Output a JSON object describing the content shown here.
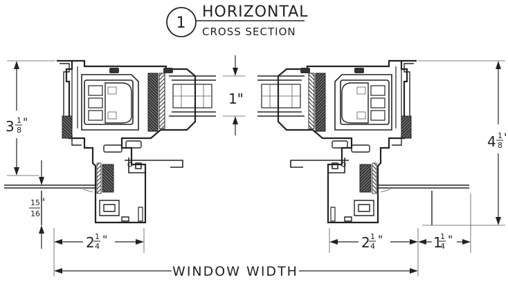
{
  "title": {
    "number": "1",
    "main": "HORIZONTAL",
    "sub": "CROSS SECTION"
  },
  "dimensions": {
    "left_height": {
      "whole": "3",
      "num": "1",
      "den": "8",
      "inch": "\""
    },
    "right_height": {
      "whole": "4",
      "num": "1",
      "den": "8",
      "inch": "'"
    },
    "glass_gap": "1\"",
    "sill": {
      "num": "15",
      "den": "16",
      "inch": "\""
    },
    "left_width": {
      "whole": "2",
      "num": "1",
      "den": "4",
      "inch": "\""
    },
    "right_width": {
      "whole": "2",
      "num": "1",
      "den": "4",
      "inch": "\""
    },
    "right_offset": {
      "whole": "1",
      "num": "1",
      "den": "4",
      "inch": "\""
    },
    "window_width": "WINDOW WIDTH"
  },
  "colors": {
    "ink": "#222222",
    "hatch": "#333333"
  }
}
